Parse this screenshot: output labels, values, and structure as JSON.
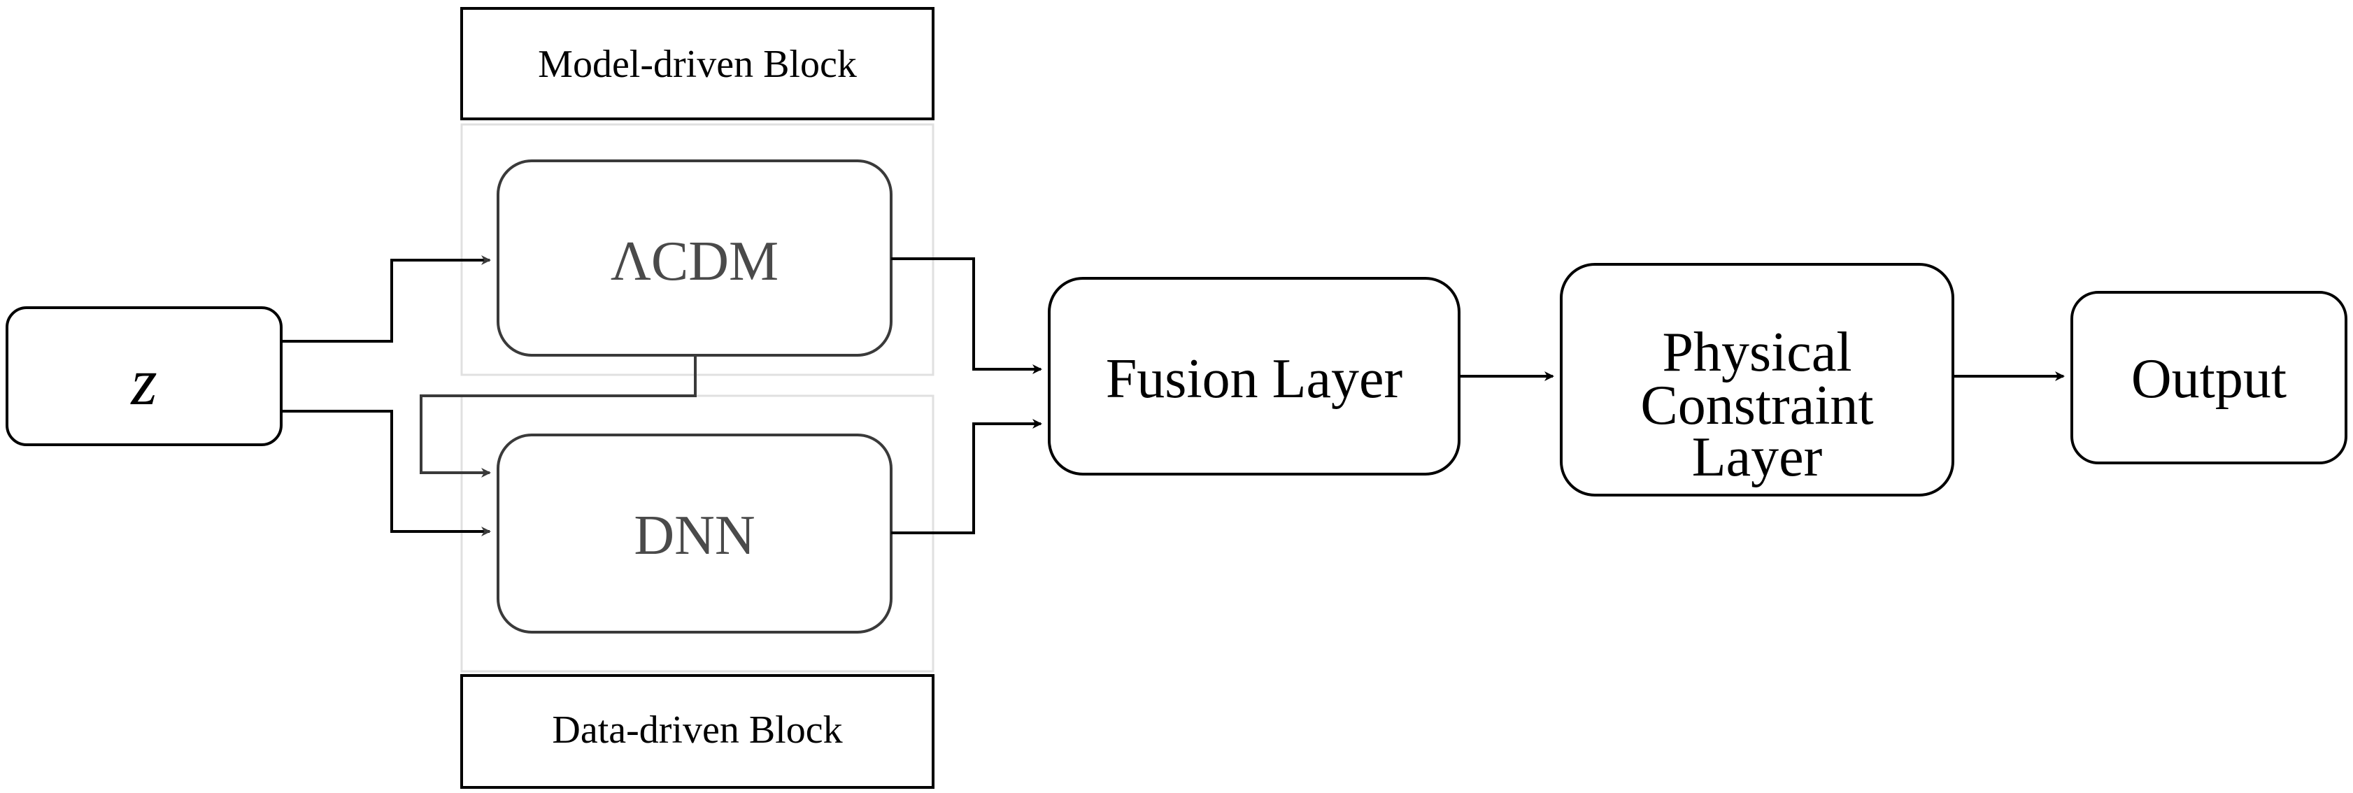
{
  "diagram": {
    "input": {
      "label": "z"
    },
    "model_block": {
      "title": "Model-driven Block",
      "node": "ΛCDM"
    },
    "data_block": {
      "title": "Data-driven Block",
      "node": "DNN"
    },
    "fusion": {
      "label": "Fusion Layer"
    },
    "physical": {
      "line1": "Physical",
      "line2": "Constraint",
      "line3": "Layer"
    },
    "output": {
      "label": "Output"
    },
    "colors": {
      "line": "#000000",
      "inner_line": "#3a3a3a",
      "group_border": "#e0e0e0"
    }
  }
}
